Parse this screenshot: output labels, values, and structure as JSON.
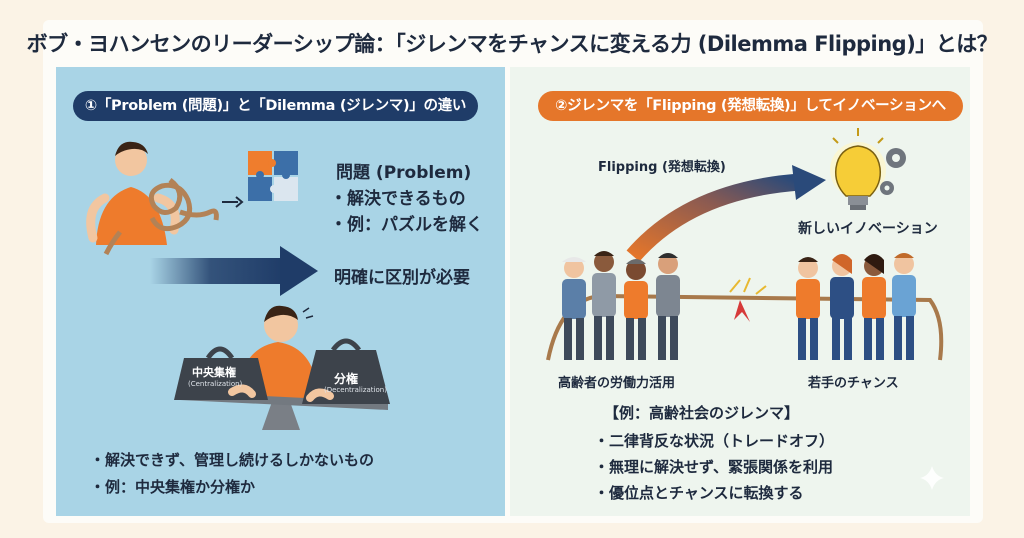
{
  "title": "ボブ・ヨハンセンのリーダーシップ論：「ジレンマをチャンスに変える力 (Dilemma Flipping)」とは？",
  "left_panel": {
    "header": "①「Problem (問題)」と「Dilemma (ジレンマ)」の違い",
    "problem_title": "問題 (Problem)",
    "problem_points": [
      "・解決できるもの",
      "・例：パズルを解く"
    ],
    "distinction": "明確に区別が必要",
    "weight_left": "中央集権",
    "weight_left_en": "(Centralization)",
    "weight_right": "分権",
    "weight_right_en": "(Decentralization)",
    "dilemma_points": [
      "・解決できず、管理し続けるしかないもの",
      "・例：中央集権か分権か"
    ]
  },
  "right_panel": {
    "header": "②ジレンマを「Flipping (発想転換)」してイノベーションへ",
    "flipping_label": "Flipping (発想転換)",
    "innovation_label": "新しいイノベーション",
    "team_left_label": "高齢者の労働力活用",
    "team_right_label": "若手のチャンス",
    "example_title": "【例：高齢社会のジレンマ】",
    "example_points": [
      "・二律背反な状況（トレードオフ）",
      "・無理に解決せず、緊張関係を利用",
      "・優位点とチャンスに転換する"
    ]
  },
  "colors": {
    "left_bg": "#a9d4e6",
    "right_bg": "#eef5ee",
    "navy": "#1f3c68",
    "orange": "#e5762a",
    "text": "#1e2a3e"
  },
  "icons": [
    "person-with-rope-icon",
    "puzzle-icon",
    "right-arrow-icon",
    "balance-scale-icon",
    "lightbulb-gears-icon",
    "tug-of-war-icon",
    "sparkle-icon"
  ]
}
